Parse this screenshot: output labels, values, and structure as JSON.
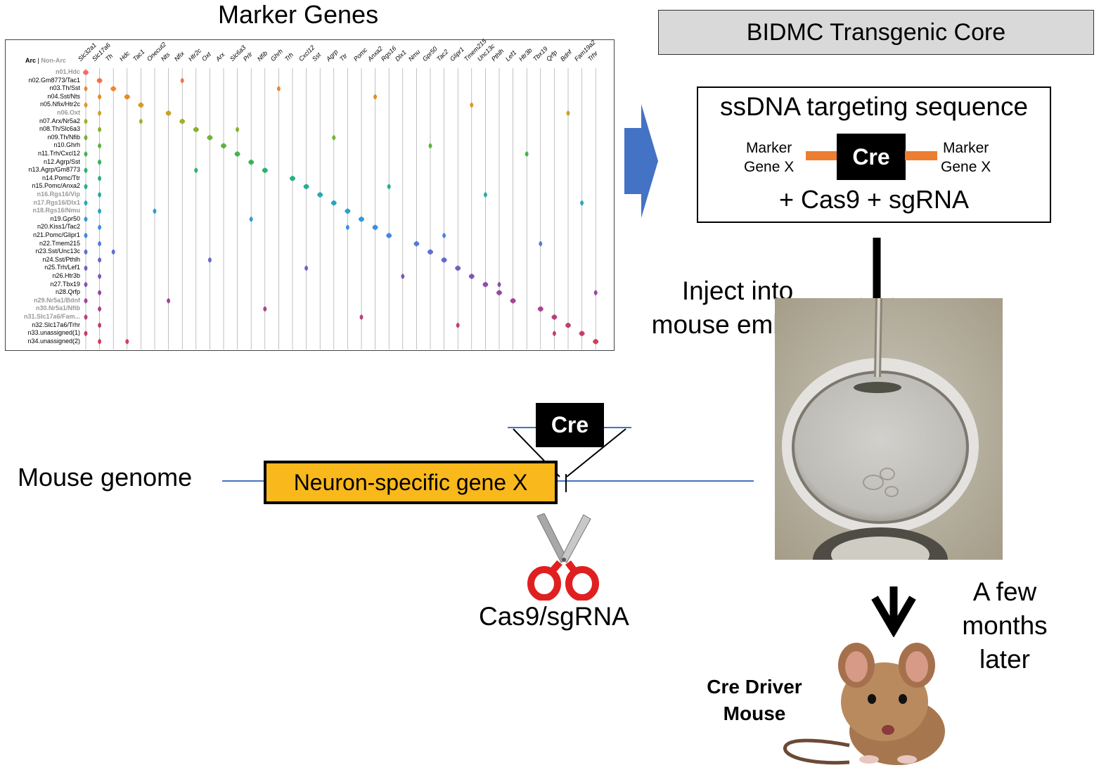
{
  "marker_panel": {
    "title": "Marker Genes",
    "legend_arc": "Arc",
    "legend_sep": "|",
    "legend_nonarc": "Non-Arc",
    "genes": [
      "Slc32a1",
      "Slc17a6",
      "Th",
      "Hdc",
      "Tac1",
      "Onecut2",
      "Nts",
      "Nfix",
      "Htr2c",
      "Oxt",
      "Arx",
      "Slc6a3",
      "Prlr",
      "Nfib",
      "Ghrh",
      "Trh",
      "Cxcl12",
      "Sst",
      "Agrp",
      "Ttr",
      "Pomc",
      "Anxa2",
      "Rgs16",
      "Dlx1",
      "Nmu",
      "Gpr50",
      "Tac2",
      "Glipr1",
      "Tmem215",
      "Unc13c",
      "Pthlh",
      "Lef1",
      "Htr3b",
      "Tbx19",
      "Qrfp",
      "Bdnf",
      "Fam19a2",
      "Trhr"
    ],
    "clusters": [
      {
        "label": "n01.Hdc",
        "nonarc": true
      },
      {
        "label": "n02.Gm8773/Tac1",
        "nonarc": false
      },
      {
        "label": "n03.Th/Sst",
        "nonarc": false
      },
      {
        "label": "n04.Sst/Nts",
        "nonarc": false
      },
      {
        "label": "n05.Nfix/Htr2c",
        "nonarc": false
      },
      {
        "label": "n06.Oxt",
        "nonarc": true
      },
      {
        "label": "n07.Arx/Nr5a2",
        "nonarc": false
      },
      {
        "label": "n08.Th/Slc6a3",
        "nonarc": false
      },
      {
        "label": "n09.Th/Nfib",
        "nonarc": false
      },
      {
        "label": "n10.Ghrh",
        "nonarc": false
      },
      {
        "label": "n11.Trh/Cxcl12",
        "nonarc": false
      },
      {
        "label": "n12.Agrp/Sst",
        "nonarc": false
      },
      {
        "label": "n13.Agrp/Gm8773",
        "nonarc": false
      },
      {
        "label": "n14.Pomc/Ttr",
        "nonarc": false
      },
      {
        "label": "n15.Pomc/Anxa2",
        "nonarc": false
      },
      {
        "label": "n16.Rgs16/Vip",
        "nonarc": true
      },
      {
        "label": "n17.Rgs16/Dlx1",
        "nonarc": true
      },
      {
        "label": "n18.Rgs16/Nmu",
        "nonarc": true
      },
      {
        "label": "n19.Gpr50",
        "nonarc": false
      },
      {
        "label": "n20.Kiss1/Tac2",
        "nonarc": false
      },
      {
        "label": "n21.Pomc/Glipr1",
        "nonarc": false
      },
      {
        "label": "n22.Tmem215",
        "nonarc": false
      },
      {
        "label": "n23.Sst/Unc13c",
        "nonarc": false
      },
      {
        "label": "n24.Sst/Pthlh",
        "nonarc": false
      },
      {
        "label": "n25.Trh/Lef1",
        "nonarc": false
      },
      {
        "label": "n26.Htr3b",
        "nonarc": false
      },
      {
        "label": "n27.Tbx19",
        "nonarc": false
      },
      {
        "label": "n28.Qrfp",
        "nonarc": false
      },
      {
        "label": "n29.Nr5a1/Bdnf",
        "nonarc": true
      },
      {
        "label": "n30.Nr5a1/Nfib",
        "nonarc": true
      },
      {
        "label": "n31.Slc17a6/Fam...",
        "nonarc": true
      },
      {
        "label": "n32.Slc17a6/Trhr",
        "nonarc": false
      },
      {
        "label": "n33.unassigned(1)",
        "nonarc": false
      },
      {
        "label": "n34.unassigned(2)",
        "nonarc": false
      }
    ],
    "cluster_colors": [
      "#f26b6b",
      "#f0744e",
      "#ee8733",
      "#e58b2a",
      "#d99a2a",
      "#c9a226",
      "#a7ad2a",
      "#8ab02f",
      "#72b236",
      "#5cb43e",
      "#45b449",
      "#33b35a",
      "#2ab26c",
      "#28b07f",
      "#27ae93",
      "#27aaa7",
      "#29a6bb",
      "#2da1cc",
      "#3399d9",
      "#3b90df",
      "#4686e0",
      "#527bdc",
      "#5d71d4",
      "#6868cb",
      "#725fc2",
      "#7d57b8",
      "#8850ad",
      "#944aa2",
      "#a04697",
      "#ab428b",
      "#b6407f",
      "#c03e72",
      "#c93e65",
      "#d23f58"
    ]
  },
  "core": {
    "title": "BIDMC Transgenic Core",
    "targeting_title": "ssDNA targeting sequence",
    "marker_left": [
      "Marker",
      "Gene X"
    ],
    "marker_right": [
      "Marker",
      "Gene X"
    ],
    "cre": "Cre",
    "cas_line": "+ Cas9 + sgRNA",
    "arm_color": "#ed7d31"
  },
  "inject": {
    "label_line1": "Inject into",
    "label_line2": "mouse embryo"
  },
  "genome": {
    "label": "Mouse genome",
    "gene": "Neuron-specific gene X",
    "cre": "Cre",
    "scissors_label": "Cas9/sgRNA",
    "line_color": "#4472c4",
    "gene_color": "#f9b81b",
    "scissors_color": "#e02020"
  },
  "result": {
    "later_line1": "A few",
    "later_line2": "months",
    "later_line3": "later",
    "mouse_line1": "Cre Driver",
    "mouse_line2": "Mouse"
  },
  "arrow_color": "#4472c4"
}
